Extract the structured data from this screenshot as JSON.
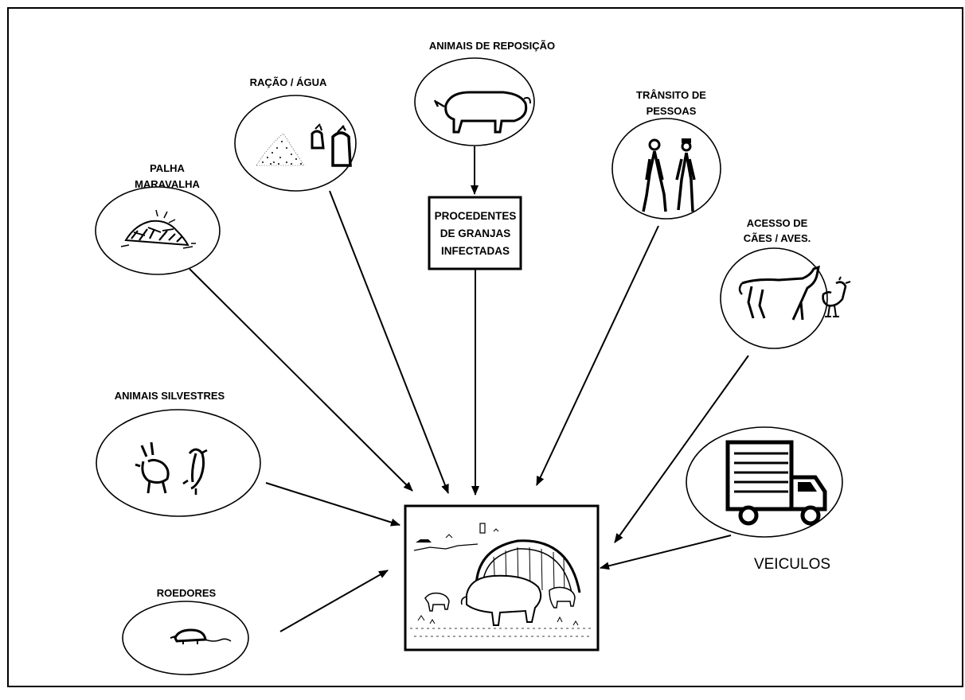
{
  "diagram": {
    "sources": [
      {
        "id": "palha",
        "lines": [
          "PALHA",
          "MARAVALHA"
        ],
        "icon": "straw-pile-icon"
      },
      {
        "id": "racao",
        "lines": [
          "RAÇÃO / ÁGUA"
        ],
        "icon": "feed-sack-icon"
      },
      {
        "id": "animais_reposicao",
        "lines": [
          "ANIMAIS DE REPOSIÇÃO"
        ],
        "icon": "pig-icon"
      },
      {
        "id": "transito",
        "lines": [
          "TRÂNSITO DE",
          "PESSOAS"
        ],
        "icon": "people-icon"
      },
      {
        "id": "acesso",
        "lines": [
          "ACESSO DE",
          "CÃES / AVES."
        ],
        "icon": "dog-and-chicken-icon"
      },
      {
        "id": "silvestres",
        "lines": [
          "ANIMAIS SILVESTRES"
        ],
        "icon": "wild-animals-icon"
      },
      {
        "id": "roedores",
        "lines": [
          "ROEDORES"
        ],
        "icon": "rodent-icon"
      },
      {
        "id": "veiculos",
        "lines": [
          "VEICULOS"
        ],
        "icon": "truck-icon"
      }
    ],
    "intermediate_box": {
      "lines": [
        "PROCEDENTES",
        "DE GRANJAS",
        "INFECTADAS"
      ]
    },
    "center": {
      "icon": "pig-farm-icon"
    }
  }
}
